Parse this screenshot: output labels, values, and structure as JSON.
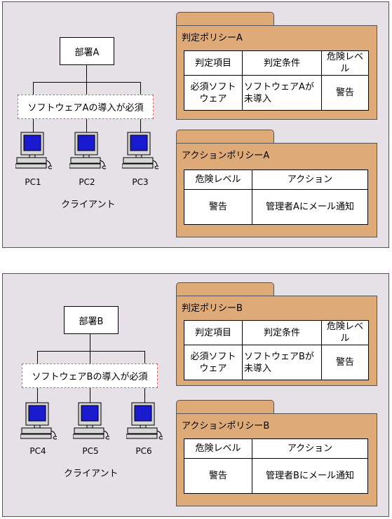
{
  "panel_a": {
    "dept": "部署A",
    "requirement": "ソフトウェアAの導入が必須",
    "pcs": [
      "PC1",
      "PC2",
      "PC3"
    ],
    "clients_label": "クライアント",
    "judgment_policy": {
      "title": "判定ポリシーA",
      "headers": [
        "判定項目",
        "判定条件",
        "危険レベル"
      ],
      "row": [
        "必須ソフトウェア",
        "ソフトウェアAが未導入",
        "警告"
      ]
    },
    "action_policy": {
      "title": "アクションポリシーA",
      "headers": [
        "危険レベル",
        "アクション"
      ],
      "row": [
        "警告",
        "管理者Aにメール通知"
      ]
    }
  },
  "panel_b": {
    "dept": "部署B",
    "requirement": "ソフトウェアBの導入が必須",
    "pcs": [
      "PC4",
      "PC5",
      "PC6"
    ],
    "clients_label": "クライアント",
    "judgment_policy": {
      "title": "判定ポリシーB",
      "headers": [
        "判定項目",
        "判定条件",
        "危険レベル"
      ],
      "row": [
        "必須ソフトウェア",
        "ソフトウェアBが未導入",
        "警告"
      ]
    },
    "action_policy": {
      "title": "アクションポリシーB",
      "headers": [
        "危険レベル",
        "アクション"
      ],
      "row": [
        "警告",
        "管理者Bにメール通知"
      ]
    }
  },
  "colors": {
    "panel_bg": "#e6e1e6",
    "folder_fill": "#deab78",
    "requirement_border": "#e05a5a",
    "monitor_screen": "#1a1ad0"
  }
}
